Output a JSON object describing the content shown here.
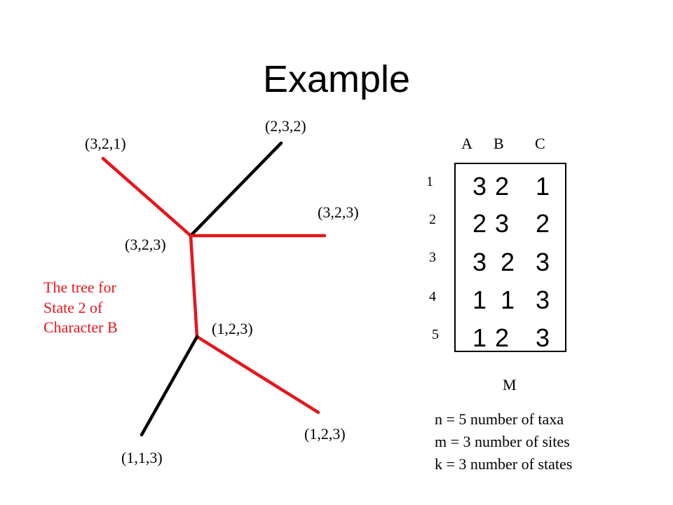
{
  "title": "Example",
  "tree": {
    "colors": {
      "highlight": "#e8141b",
      "normal": "#000000"
    },
    "node_labels": {
      "top_left_leaf": "(3,2,1)",
      "top_leaf": "(2,3,2)",
      "right_leaf": "(3,2,3)",
      "upper_internal": "(3,2,3)",
      "lower_internal": "(1,2,3)",
      "bottom_right_leaf": "(1,2,3)",
      "bottom_left_leaf": "(1,1,3)"
    },
    "caption": [
      "The tree for",
      "State 2 of",
      "Character B"
    ]
  },
  "matrix": {
    "columns": [
      "A",
      "B",
      "C"
    ],
    "row_numbers": [
      "1",
      "2",
      "3",
      "4",
      "5"
    ],
    "rows": [
      [
        "3",
        "2",
        "1"
      ],
      [
        "2",
        "3",
        "2"
      ],
      [
        "3",
        "2",
        "3"
      ],
      [
        "1",
        "1",
        "3"
      ],
      [
        "1",
        "2",
        "3"
      ]
    ],
    "label": "M"
  },
  "info": [
    "n = 5 number of taxa",
    "m = 3 number of sites",
    "k = 3 number of states"
  ]
}
